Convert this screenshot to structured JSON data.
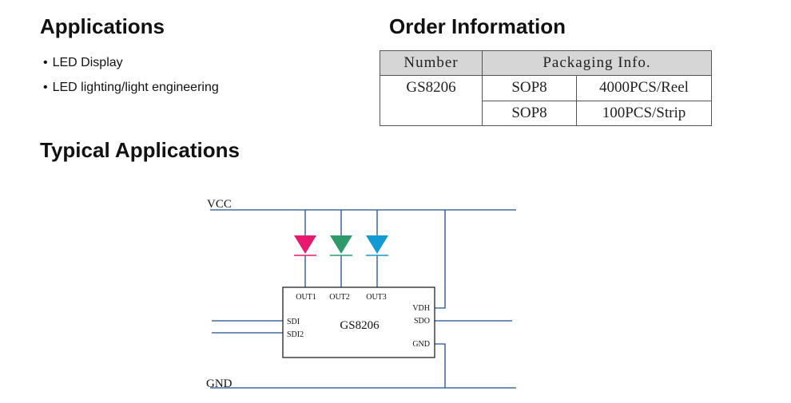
{
  "applications": {
    "title": "Applications",
    "items": [
      "LED Display",
      "LED lighting/light engineering"
    ]
  },
  "order": {
    "title": "Order Information",
    "header": {
      "number": "Number",
      "packaging": "Packaging Info."
    },
    "part": "GS8206",
    "rows": [
      {
        "package": "SOP8",
        "quantity": "4000PCS/Reel"
      },
      {
        "package": "SOP8",
        "quantity": "100PCS/Strip"
      }
    ]
  },
  "typical": {
    "title": "Typical Applications",
    "vcc": "VCC",
    "gnd": "GND",
    "chip": "GS8206",
    "pins": {
      "out1": "OUT1",
      "out2": "OUT2",
      "out3": "OUT3",
      "vdh": "VDH",
      "sdo": "SDO",
      "gnd": "GND",
      "sdi": "SDI",
      "sdi2": "SDI2"
    },
    "led_colors": {
      "led1": "#e8196e",
      "led2": "#2e9a6a",
      "led3": "#139ad4"
    },
    "wire_color": "#1f4f8f"
  }
}
